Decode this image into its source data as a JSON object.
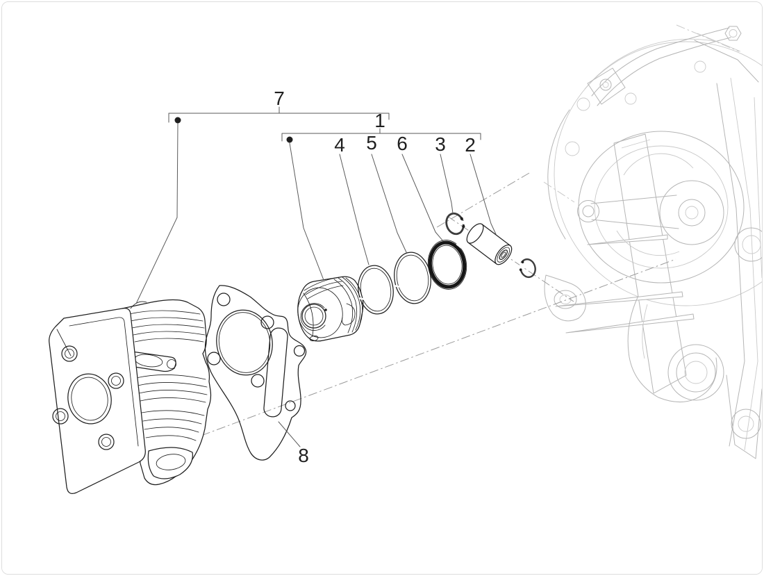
{
  "diagram": {
    "kind": "exploded-parts-diagram",
    "subject": "cylinder-piston-wrist-pin-unit"
  },
  "callouts": [
    {
      "label": "7",
      "part": "cylinder-assembly"
    },
    {
      "label": "1",
      "part": "piston-kit"
    },
    {
      "label": "4",
      "part": "compression-ring-top"
    },
    {
      "label": "5",
      "part": "compression-ring-second"
    },
    {
      "label": "6",
      "part": "oil-scraper-ring"
    },
    {
      "label": "3",
      "part": "piston-pin-circlip"
    },
    {
      "label": "2",
      "part": "piston-pin"
    },
    {
      "label": "8",
      "part": "cylinder-base-gasket"
    }
  ],
  "colors": {
    "ink": "#1f1f1f",
    "line": "#5a5a5a",
    "faded": "#b5b5b5",
    "faded_light": "#c9c9c9",
    "centerline": "#9a9a9a",
    "background": "#ffffff",
    "border": "#dcdcdc"
  }
}
